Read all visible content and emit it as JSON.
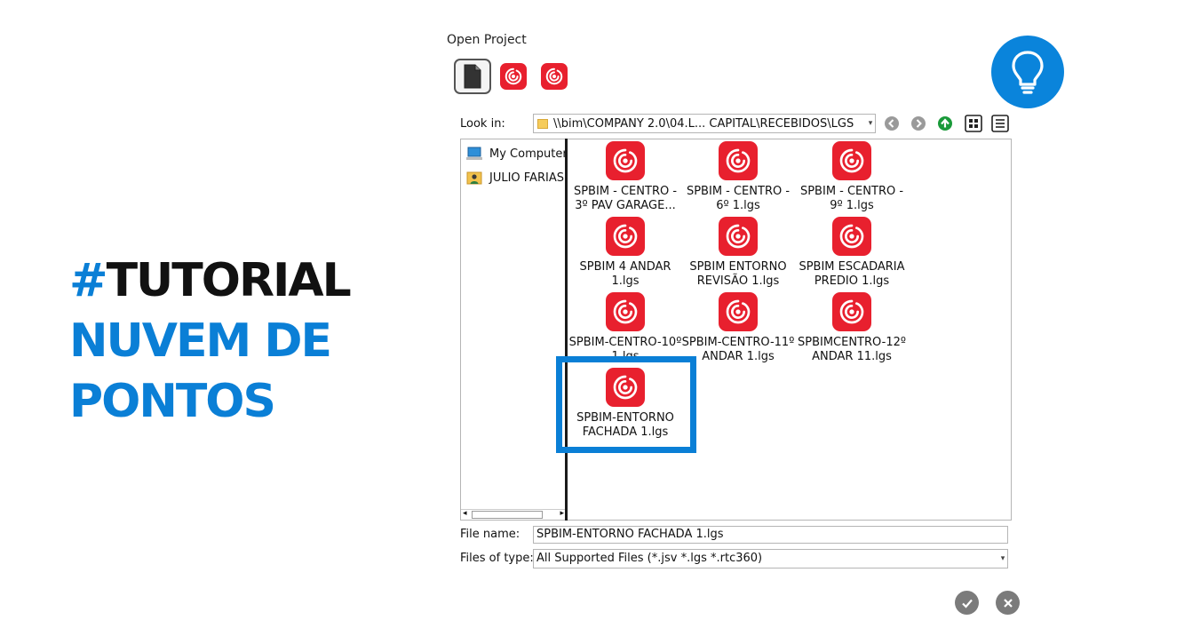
{
  "heading": {
    "hash": "#",
    "line1": "TUTORIAL",
    "line2": "NUVEM DE",
    "line3": "PONTOS"
  },
  "dialog": {
    "title": "Open Project",
    "look_in_label": "Look in:",
    "look_in_path": "\\\\bim\\COMPANY 2.0\\04.L... CAPITAL\\RECEBIDOS\\LGS",
    "tree": [
      "My Computer",
      "JULIO FARIAS"
    ],
    "files": [
      "SPBIM - CENTRO - 3º PAV GARAGE...",
      "SPBIM - CENTRO - 6º 1.lgs",
      "SPBIM - CENTRO - 9º 1.lgs",
      "SPBIM 4 ANDAR 1.lgs",
      "SPBIM ENTORNO REVISÃO 1.lgs",
      "SPBIM ESCADARIA PREDIO 1.lgs",
      "SPBIM-CENTRO-10º 1.lgs",
      "SPBIM-CENTRO-11º ANDAR 1.lgs",
      "SPBIMCENTRO-12º ANDAR 11.lgs",
      "SPBIM-ENTORNO FACHADA 1.lgs"
    ],
    "file_name_label": "File name:",
    "file_name_value": "SPBIM-ENTORNO FACHADA 1.lgs",
    "file_type_label": "Files of type:",
    "file_type_value": "All Supported Files (*.jsv *.lgs *.rtc360)"
  },
  "colors": {
    "accent_blue": "#0a7fd6",
    "brand_red": "#e8202e"
  },
  "icons": {
    "badge": "lightbulb-icon",
    "mode_buttons": [
      "document-icon",
      "rose-logo-icon",
      "rose-logo-icon"
    ],
    "nav": [
      "back-icon",
      "forward-icon",
      "up-folder-icon",
      "large-icons-view-icon",
      "list-view-icon"
    ],
    "actions": [
      "confirm-check-icon",
      "cancel-x-icon"
    ]
  }
}
